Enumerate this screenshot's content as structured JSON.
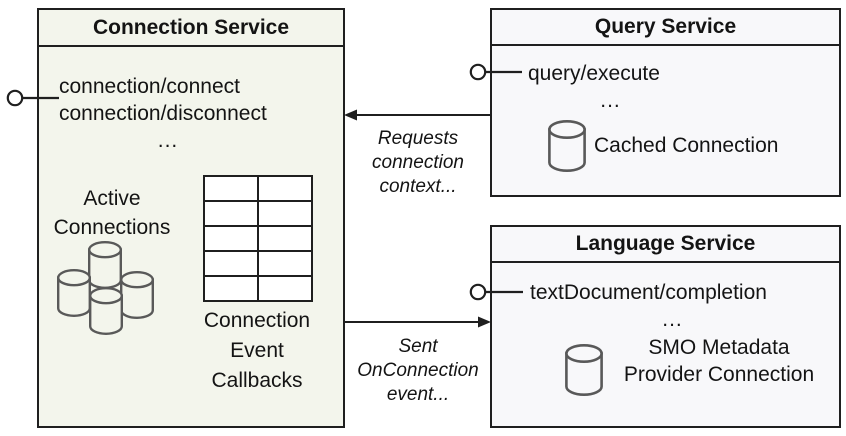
{
  "colors": {
    "border": "#1f1f1f",
    "connection_service_fill": "#f3f5ec",
    "service_fill": "#f8f8fa",
    "icon_stroke": "#595959"
  },
  "connection_service": {
    "title": "Connection Service",
    "method_1": "connection/connect",
    "method_2": "connection/disconnect",
    "ellipsis": "...",
    "active_connections_label": "Active\nConnections",
    "callbacks_label": "Connection\nEvent\nCallbacks"
  },
  "query_service": {
    "title": "Query Service",
    "method_1": "query/execute",
    "ellipsis": "...",
    "cached_connection_label": "Cached Connection"
  },
  "language_service": {
    "title": "Language Service",
    "method_1": "textDocument/completion",
    "ellipsis": "...",
    "smo_label": "SMO Metadata\nProvider Connection"
  },
  "arrows": {
    "requests_label": "Requests\nconnection\ncontext...",
    "sent_label": "Sent\nOnConnection\nevent..."
  }
}
